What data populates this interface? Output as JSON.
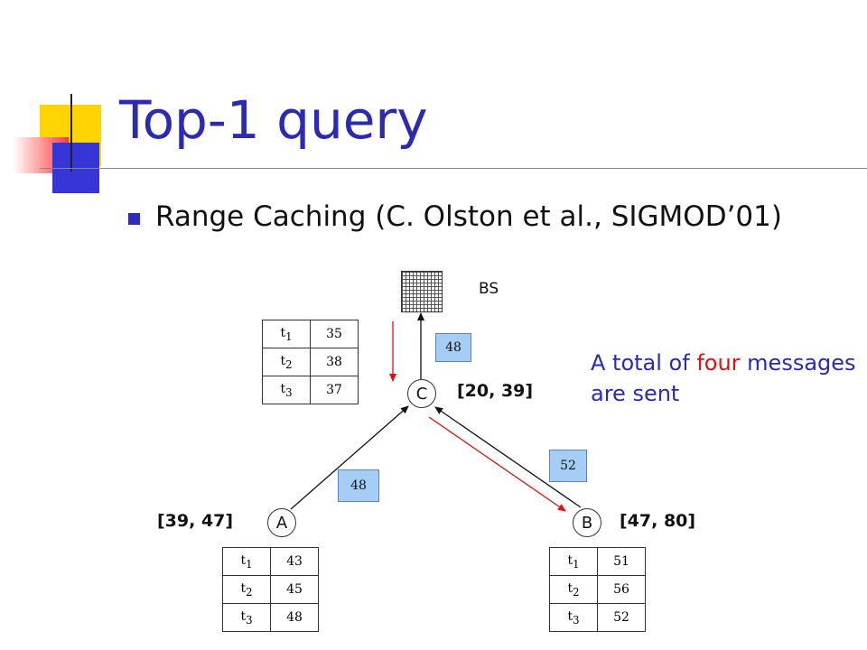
{
  "slide": {
    "title": "Top-1 query",
    "bullet": "Range Caching (C. Olston et al., SIGMOD’01)",
    "note_pre": "A total of ",
    "note_highlight": "four",
    "note_post": " messages are sent"
  },
  "diagram": {
    "bs_label": "BS",
    "nodes": {
      "C": {
        "label": "C",
        "range": "[20, 39]"
      },
      "A": {
        "label": "A",
        "range": "[39, 47]"
      },
      "B": {
        "label": "B",
        "range": "[47, 80]"
      }
    },
    "messages": {
      "c_to_bs": "48",
      "a_to_c": "48",
      "b_to_c": "52"
    },
    "tables": {
      "C": [
        {
          "k": "t",
          "s": "1",
          "v": "35"
        },
        {
          "k": "t",
          "s": "2",
          "v": "38"
        },
        {
          "k": "t",
          "s": "3",
          "v": "37"
        }
      ],
      "A": [
        {
          "k": "t",
          "s": "1",
          "v": "43"
        },
        {
          "k": "t",
          "s": "2",
          "v": "45"
        },
        {
          "k": "t",
          "s": "3",
          "v": "48"
        }
      ],
      "B": [
        {
          "k": "t",
          "s": "1",
          "v": "51"
        },
        {
          "k": "t",
          "s": "2",
          "v": "56"
        },
        {
          "k": "t",
          "s": "3",
          "v": "52"
        }
      ]
    },
    "colors": {
      "reply_arrow": "#111111",
      "query_arrow": "#dd1111"
    }
  }
}
